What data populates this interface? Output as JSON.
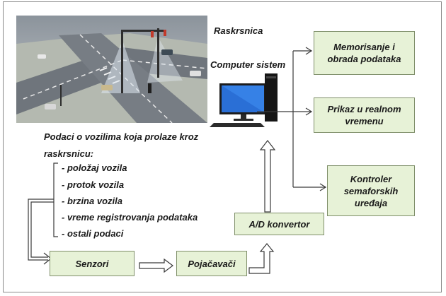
{
  "labels": {
    "raskrsnica": "Raskrsnica",
    "computer_sistem": "Computer sistem",
    "podaci_title": "Podaci o vozilima koja prolaze kroz raskrsnicu:"
  },
  "boxes": {
    "memorisanje": "Memorisanje i\nobrada podataka",
    "prikaz": "Prikaz u realnom\nvremenu",
    "kontroler": "Kontroler\nsemaforskih\nuređaja",
    "ad": "A/D konvertor",
    "senzori": "Senzori",
    "pojacavaci": "Pojačavači"
  },
  "data_items": [
    "- položaj vozila",
    "- protok vozila",
    "- brzina vozila",
    "- vreme registrovanja podataka",
    "- ostali podaci"
  ],
  "colors": {
    "box_fill": "#e7f2d7",
    "box_border": "#7f8f6a",
    "line": "#3a3a3a"
  },
  "icons": {
    "photo": "intersection-photo",
    "computer": "desktop-computer-icon"
  }
}
